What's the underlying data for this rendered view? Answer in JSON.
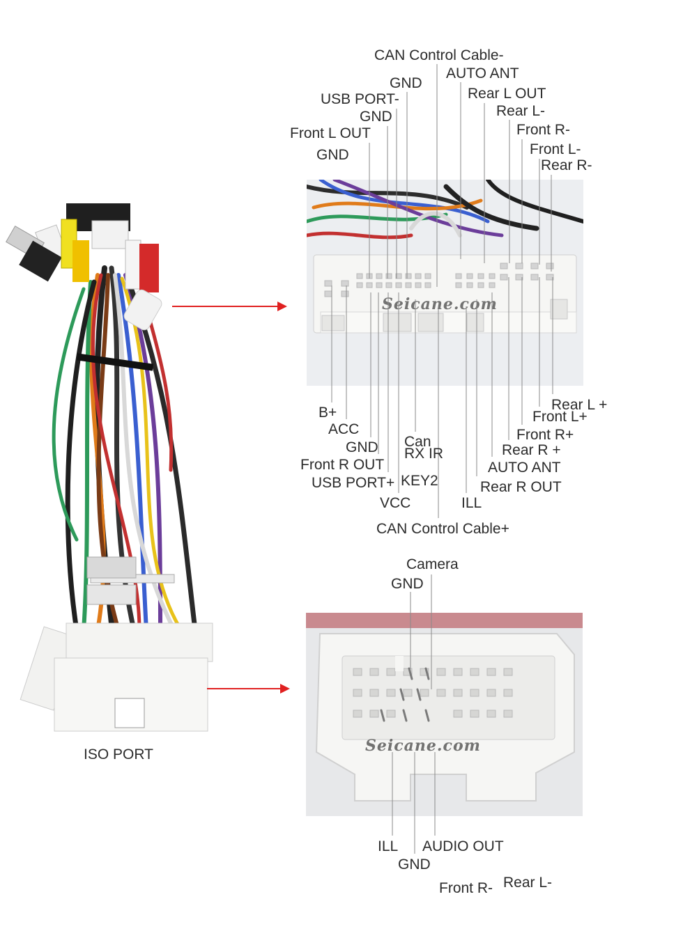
{
  "labels": {
    "can_control_minus": "CAN Control Cable-",
    "auto_ant_top": "AUTO ANT",
    "gnd_top1": "GND",
    "rear_l_out": "Rear L OUT",
    "usb_port_minus": "USB PORT-",
    "rear_l_minus_top": "Rear L-",
    "gnd_top2": "GND",
    "front_r_minus_top": "Front R-",
    "front_l_out": "Front L OUT",
    "front_l_minus": "Front L-",
    "gnd_top3": "GND",
    "rear_r_minus": "Rear R-",
    "b_plus": "B+",
    "rear_l_plus": "Rear L +",
    "front_l_plus": "Front L+",
    "acc": "ACC",
    "front_r_plus": "Front R+",
    "can": "Can",
    "gnd_mid": "GND",
    "rear_r_plus": "Rear R +",
    "rx_ir": "RX IR",
    "front_r_out": "Front R OUT",
    "auto_ant_bottom": "AUTO ANT",
    "usb_port_plus": "USB PORT+",
    "key2": "KEY2",
    "rear_r_out": "Rear R OUT",
    "vcc": "VCC",
    "ill_top": "ILL",
    "can_control_plus": "CAN Control Cable+",
    "camera": "Camera",
    "gnd_cam": "GND",
    "iso_port": "ISO PORT",
    "ill_bottom": "ILL",
    "audio_out": "AUDIO OUT",
    "gnd_bottom": "GND",
    "front_r_minus_bottom": "Front R-",
    "rear_l_minus_bottom": "Rear L-"
  },
  "watermark": {
    "top": "Seicane.com",
    "bottom": "Seicane.com"
  },
  "colors": {
    "label_text": "#2b2b2b",
    "leader_line": "#8a8a8a",
    "arrow": "#e02020",
    "connector_white": "#f4f4f2",
    "photo_background": "#e9ebee"
  }
}
